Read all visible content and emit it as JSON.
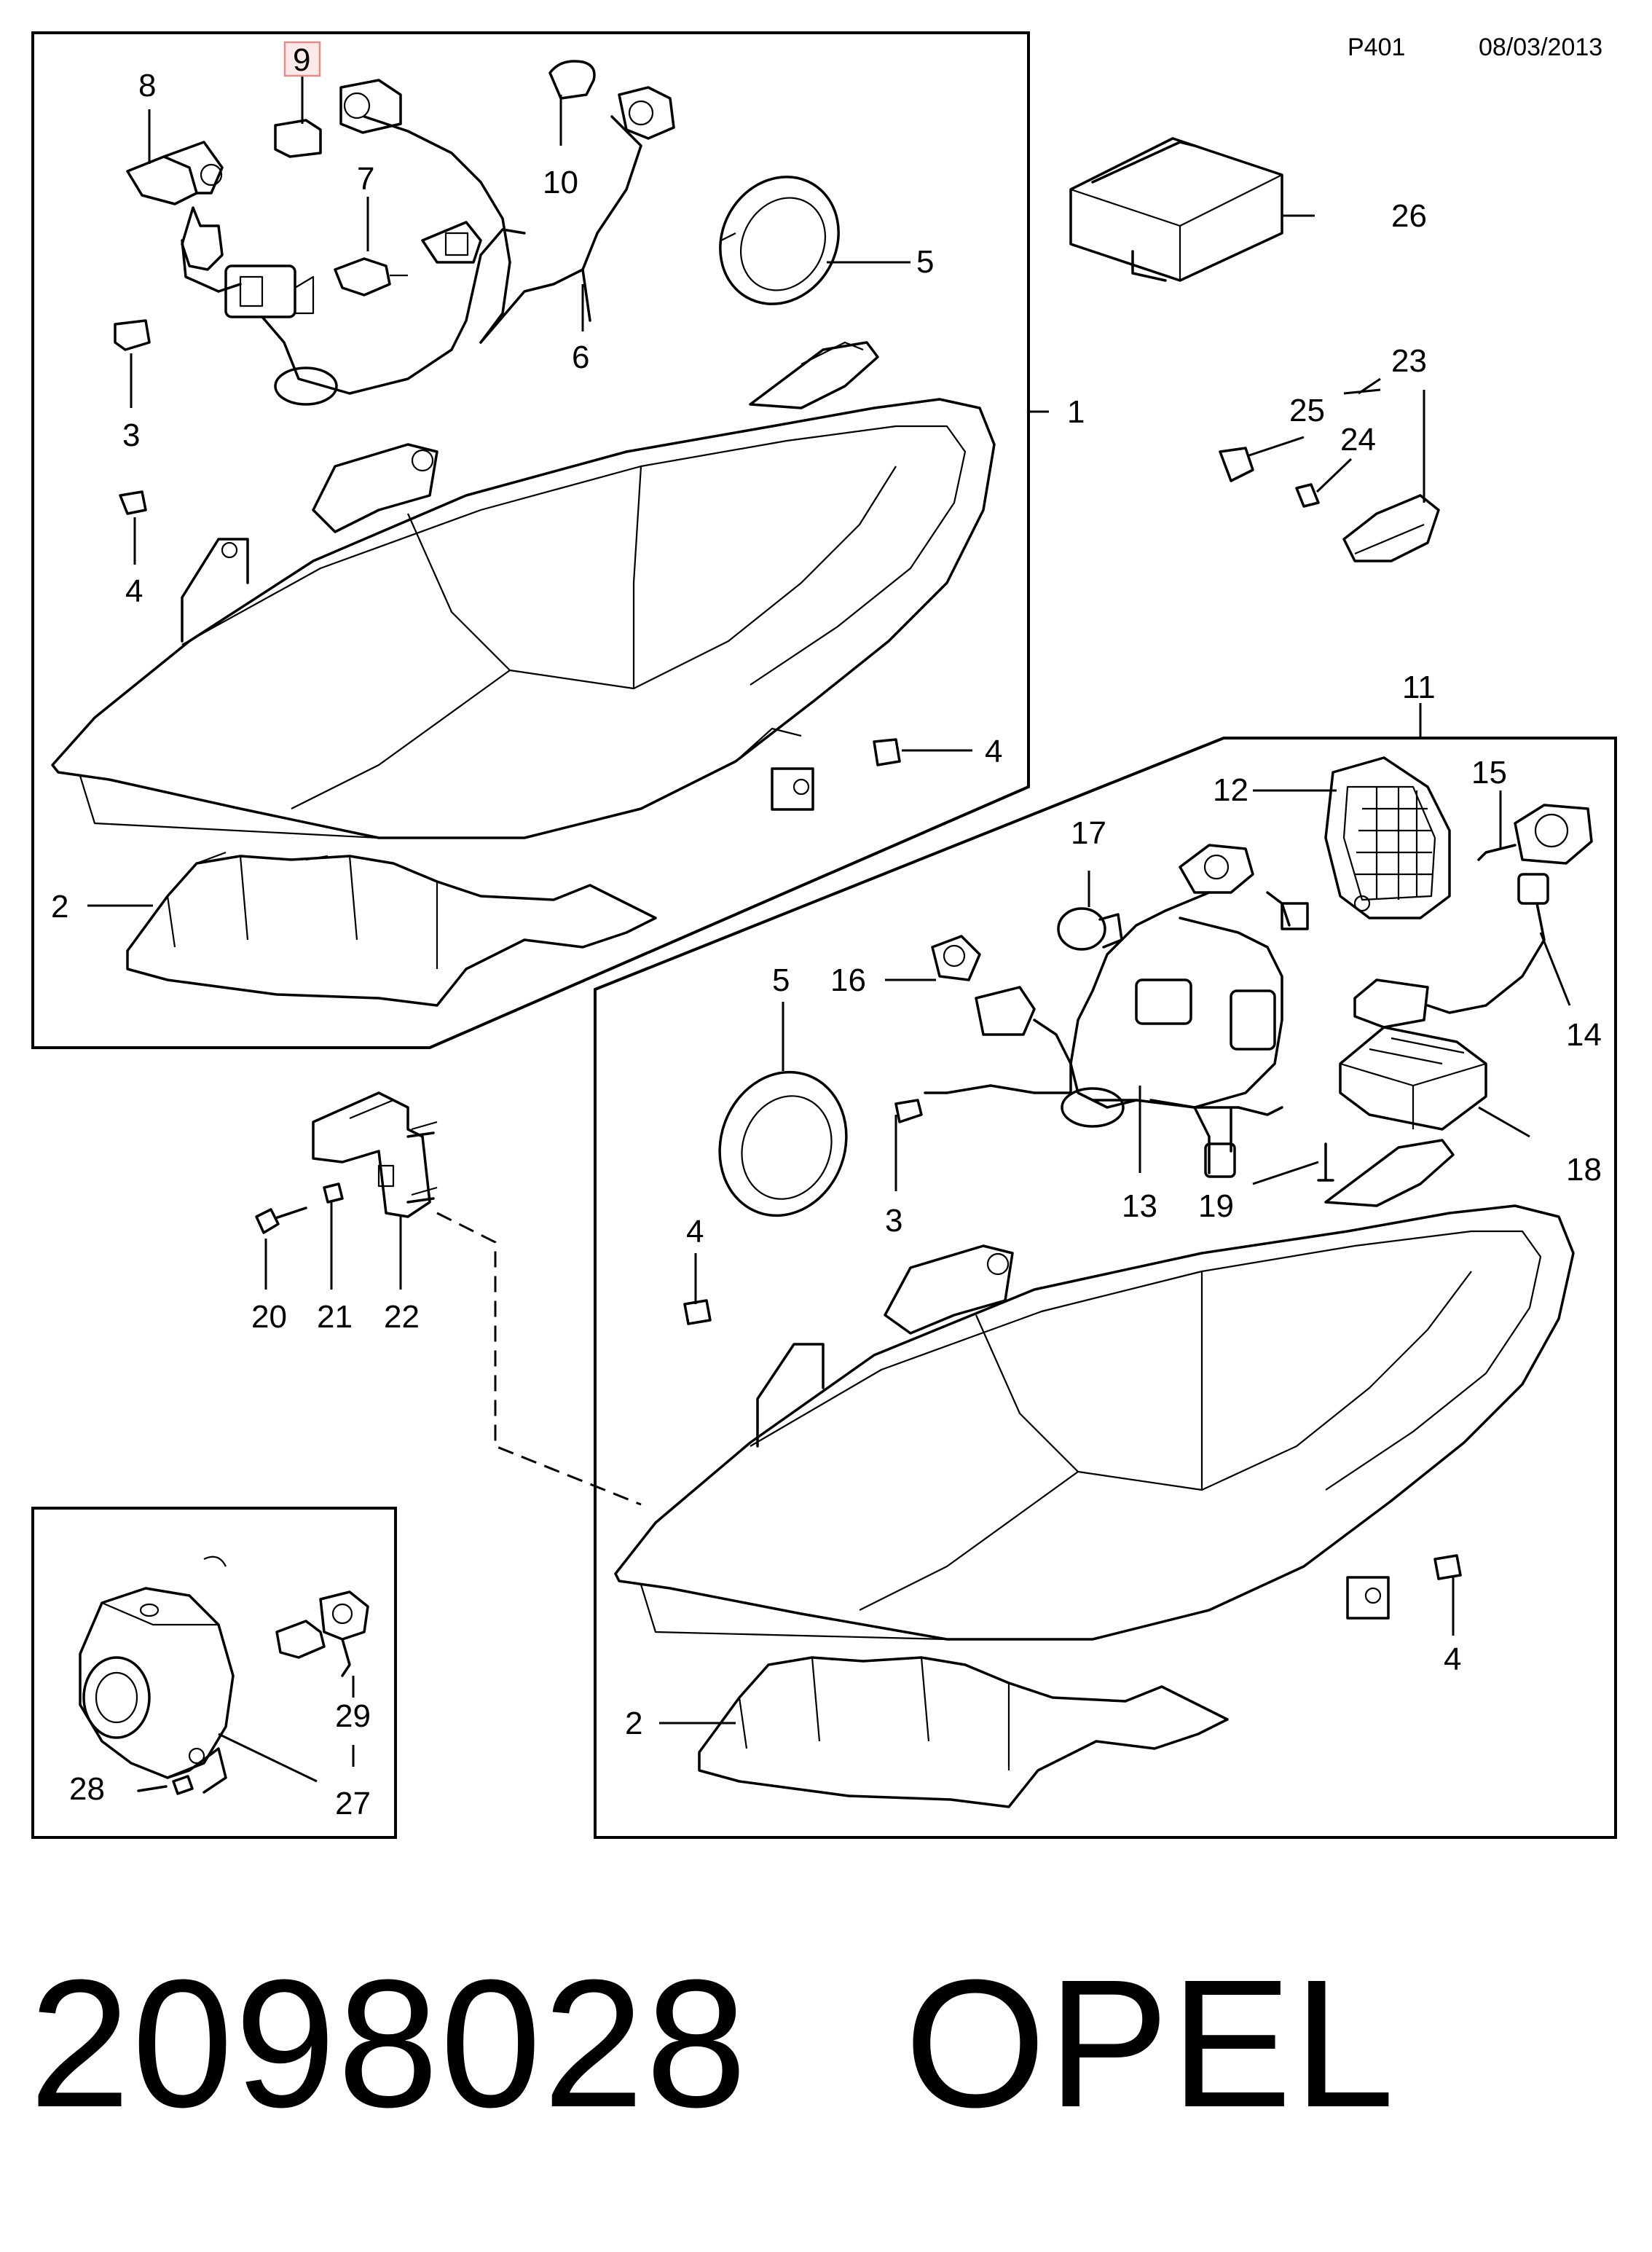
{
  "header": {
    "page_code": "P401",
    "date": "08/03/2013"
  },
  "footer": {
    "part_number": "2098028",
    "brand": "OPEL"
  },
  "callouts": {
    "c1": "1",
    "c2a": "2",
    "c2b": "2",
    "c3a": "3",
    "c3b": "3",
    "c4a": "4",
    "c4b": "4",
    "c4c": "4",
    "c4d": "4",
    "c5a": "5",
    "c5b": "5",
    "c6": "6",
    "c7": "7",
    "c8": "8",
    "c9": "9",
    "c10": "10",
    "c11": "11",
    "c12": "12",
    "c13": "13",
    "c14": "14",
    "c15": "15",
    "c16": "16",
    "c17": "17",
    "c18": "18",
    "c19": "19",
    "c20": "20",
    "c21": "21",
    "c22": "22",
    "c23": "23",
    "c24": "24",
    "c25": "25",
    "c26": "26",
    "c27": "27",
    "c28": "28",
    "c29": "29"
  },
  "highlighted_callout": "9"
}
